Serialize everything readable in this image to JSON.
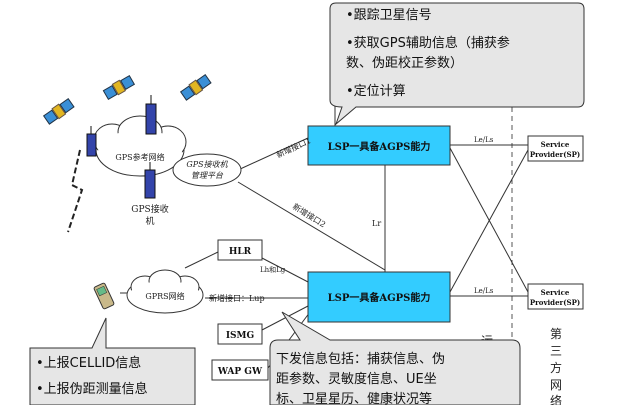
{
  "top_callout": {
    "bullet": "•",
    "line1": "跟踪卫星信号",
    "line2a": "获取GPS辅助信息（捕获参",
    "line2b": "数、伪距校正参数）",
    "line3": "定位计算"
  },
  "left_callout": {
    "bullet": "•",
    "line1": "上报CELLID信息",
    "line2": "上报伪距测量信息"
  },
  "bottom_callout": {
    "line1": "下发信息包括：捕获信息、伪",
    "line2": "距参数、灵敏度信息、UE坐",
    "line3": "标、卫星星历、健康状况等"
  },
  "nodes": {
    "gps_ref_net": "GPS参考网络",
    "gps_receiver_a": "GPS接收",
    "gps_receiver_b": "机",
    "gps_mgmt_a": "GPS接收机",
    "gps_mgmt_b": "管理平台",
    "lsp_top": "LSP一具备AGPS能力",
    "lsp_bottom": "LSP一具备AGPS能力",
    "sp_top_a": "Service",
    "sp_top_b": "Provider(SP)",
    "sp_bottom_a": "Service",
    "sp_bottom_b": "Provider(SP)",
    "hlr": "HLR",
    "gprs_net": "GPRS网络",
    "ismg": "ISMG",
    "wapgw": "WAP GW"
  },
  "links": {
    "new_if_1": "新增接口1",
    "new_if_2": "新增接口2",
    "new_if_lup": "新增接口：Lup",
    "le_ls_top": "Le/Ls",
    "le_ls_bottom": "Le/Ls",
    "lr": "Lr",
    "lh_lg": "Lh和Lg"
  },
  "side_labels": {
    "yun": "运",
    "third_party_1": "第",
    "third_party_2": "三",
    "third_party_3": "方",
    "third_party_4": "网",
    "third_party_5": "络"
  },
  "colors": {
    "lsp_fill": "#33ccff",
    "callout_fill": "#e6e6e6",
    "outline": "#333333"
  }
}
